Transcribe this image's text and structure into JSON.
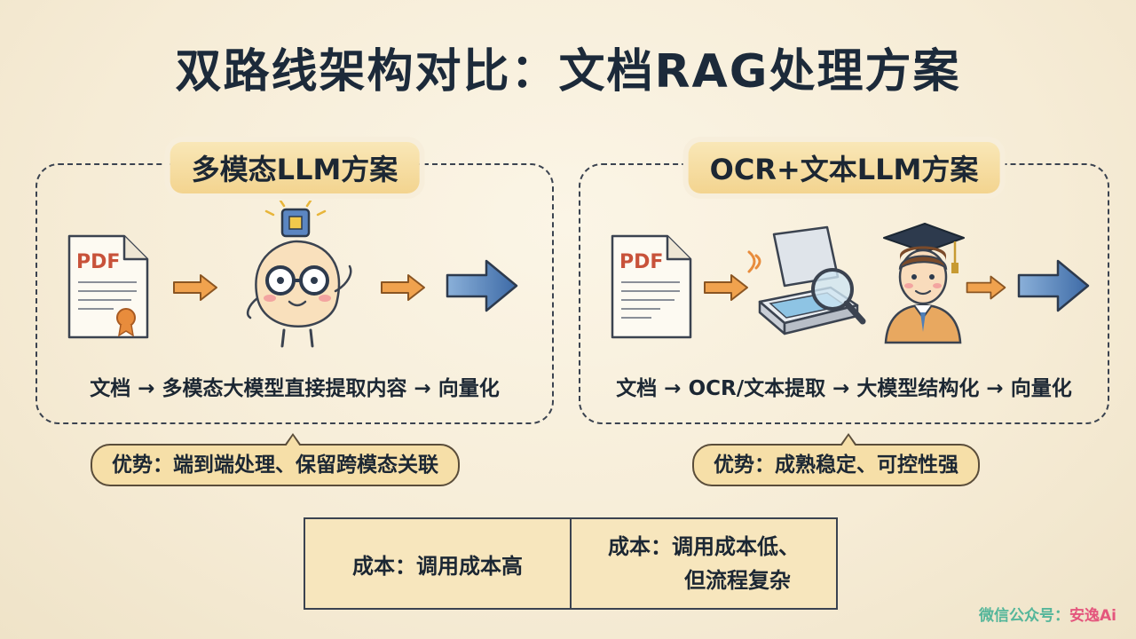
{
  "title": "双路线架构对比：文档RAG处理方案",
  "left_panel": {
    "title": "多模态LLM方案",
    "doc_label": "PDF",
    "flow": "文档 → 多模态大模型直接提取内容 → 向量化",
    "advantage": "优势：端到端处理、保留跨模态关联"
  },
  "right_panel": {
    "title": "OCR+文本LLM方案",
    "doc_label": "PDF",
    "flow": "文档 → OCR/文本提取 → 大模型结构化 → 向量化",
    "advantage": "优势：成熟稳定、可控性强"
  },
  "cost": {
    "left": "成本：调用成本高",
    "right_line1": "成本：调用成本低、",
    "right_line2": "但流程复杂"
  },
  "watermark": {
    "prefix": "微信公众号：",
    "brand": "安逸Ai"
  },
  "colors": {
    "accent_orange": "#e88c3c",
    "accent_blue": "#4f7fb8",
    "badge": "#f6dfa8"
  }
}
